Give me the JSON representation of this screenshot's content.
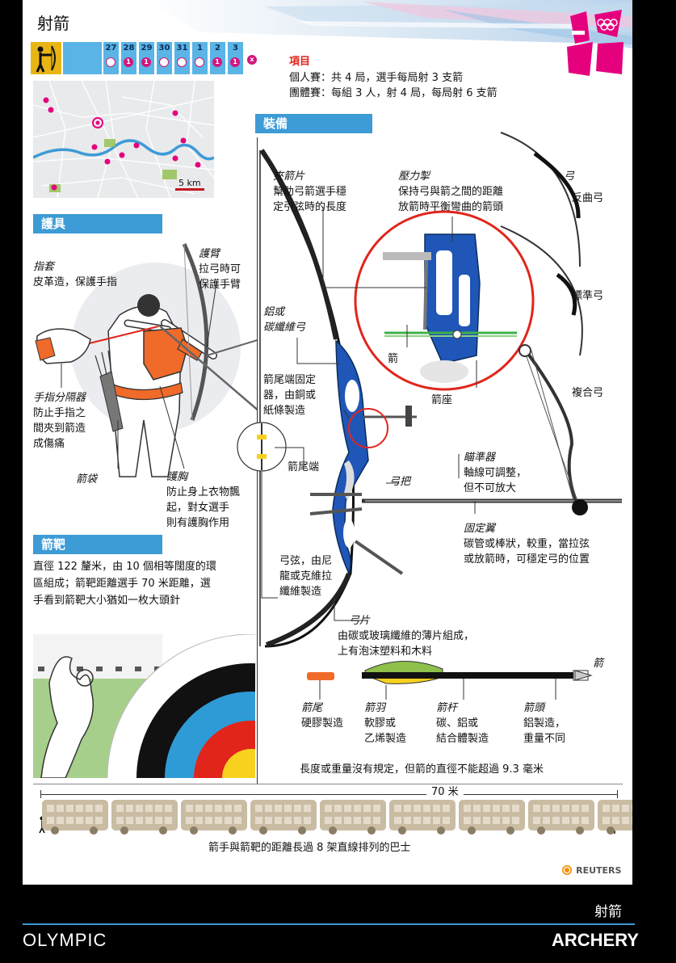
{
  "header": {
    "title": "射箭"
  },
  "calendar": {
    "days": [
      {
        "label": "27",
        "medal": false
      },
      {
        "label": "28",
        "medal": true
      },
      {
        "label": "29",
        "medal": true
      },
      {
        "label": "30",
        "medal": false
      },
      {
        "label": "31",
        "medal": false
      },
      {
        "label": "1",
        "medal": false
      },
      {
        "label": "2",
        "medal": true
      },
      {
        "label": "3",
        "medal": true
      }
    ],
    "x_mark": "x"
  },
  "events": {
    "title": "項目",
    "individual": "個人賽：共 4 局，選手每局射 3 支箭",
    "team": "團體賽：每組 3 人，射 4 局，每局射 6 支箭"
  },
  "map": {
    "scale_label": "5 km"
  },
  "sections": {
    "gear": "護具",
    "equipment": "裝備",
    "target": "箭靶"
  },
  "protective": {
    "finger_tab_title": "指套",
    "finger_tab_desc": "皮革造，保護手指",
    "armguard_title": "護臂",
    "armguard_desc1": "拉弓時可",
    "armguard_desc2": "保護手臂",
    "separator_title": "手指分隔器",
    "separator_desc1": "防止手指之",
    "separator_desc2": "間夾到箭造",
    "separator_desc3": "成傷痛",
    "quiver_title": "箭袋",
    "chest_title": "護胸",
    "chest_desc1": "防止身上衣物飄",
    "chest_desc2": "起，對女選手",
    "chest_desc3": "則有護胸作用"
  },
  "target": {
    "desc1": "直徑 122 釐米，由 10 個相等闊度的環",
    "desc2": "區組成；箭靶距離選手 70 米距離，選",
    "desc3": "手看到箭靶大小猶如一枚大頭針"
  },
  "equipment": {
    "clicker_title": "夾箭片",
    "clicker_desc1": "幫助弓箭選手穩",
    "clicker_desc2": "定引弦時的長度",
    "plunger_title": "壓力掣",
    "plunger_desc1": "保持弓與箭之間的距離",
    "plunger_desc2": "放箭時平衡彎曲的箭頭",
    "arrow_label": "箭",
    "rest_label": "箭座",
    "riser_material_1": "鋁或",
    "riser_material_2": "碳纖維弓",
    "nock_point_desc1": "箭尾端固定",
    "nock_point_desc2": "器，由銅或",
    "nock_point_desc3": "紙條製造",
    "nock_end_label": "箭尾端",
    "grip_label": "弓把",
    "sight_title": "瞄準器",
    "sight_desc1": "軸線可調整，",
    "sight_desc2": "但不可放大",
    "stabilizer_title": "固定翼",
    "stabilizer_desc1": "碳管或棒狀，較重，當拉弦",
    "stabilizer_desc2": "或放箭時，可穩定弓的位置",
    "string_desc1": "弓弦，由尼",
    "string_desc2": "龍或克維拉",
    "string_desc3": "纖維製造",
    "limb_title": "弓片",
    "limb_desc1": "由碳或玻璃纖維的薄片組成，",
    "limb_desc2": "上有泡沫塑料和木料",
    "bow_label": "弓",
    "recurve_label": "反曲弓",
    "standard_label": "標準弓",
    "compound_label": "複合弓"
  },
  "arrow": {
    "title": "箭",
    "nock_title": "箭尾",
    "nock_desc": "硬膠製造",
    "fletch_title": "箭羽",
    "fletch_desc1": "軟膠或",
    "fletch_desc2": "乙烯製造",
    "shaft_title": "箭杆",
    "shaft_desc1": "碳、鋁或",
    "shaft_desc2": "結合體製造",
    "point_title": "箭頭",
    "point_desc1": "鋁製造，",
    "point_desc2": "重量不同",
    "note": "長度或重量沒有規定，但箭的直徑不能超過 9.3 毫米"
  },
  "distance": {
    "label": "70 米",
    "caption": "箭手與箭靶的距離長過 8 架直線排列的巴士",
    "bus_count": 8
  },
  "credit": "REUTERS",
  "footer": {
    "chinese_title": "射箭",
    "olympic": "OLYMPIC",
    "archery": "ARCHERY"
  },
  "colors": {
    "accent_blue": "#3d9bd6",
    "magenta": "#d2177e",
    "bow_blue": "#1f56b8",
    "red": "#e1251b"
  }
}
